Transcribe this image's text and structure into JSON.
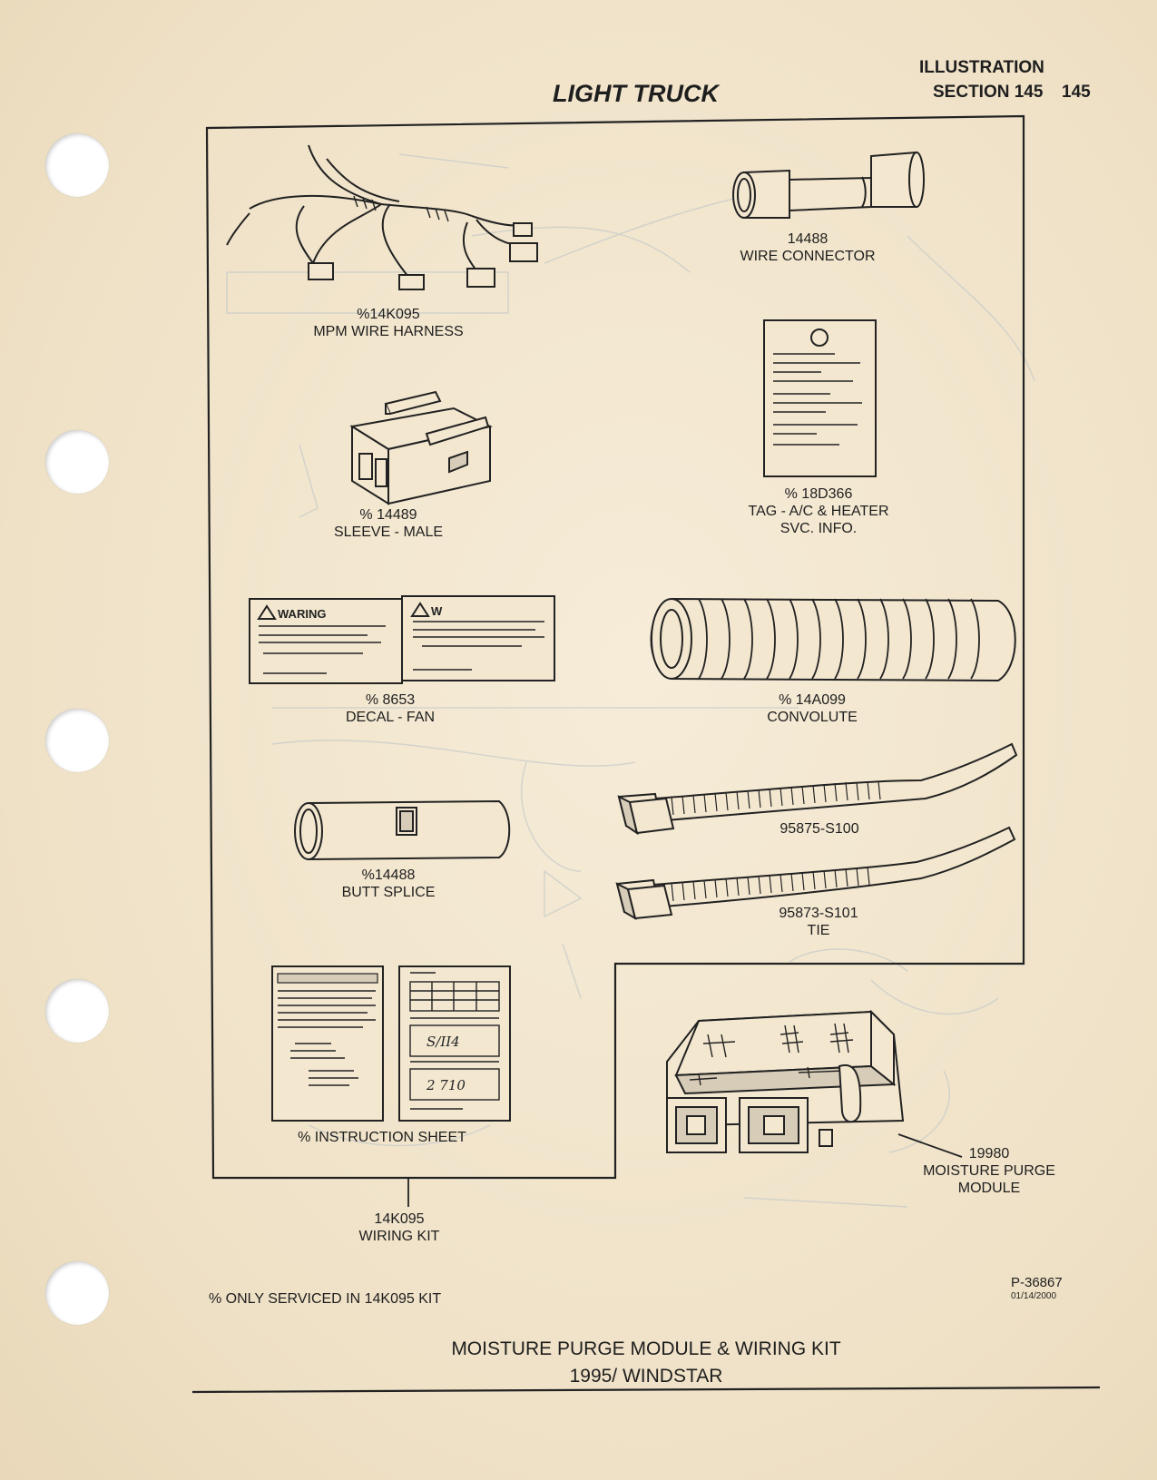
{
  "header": {
    "category": "LIGHT TRUCK",
    "doc_type": "ILLUSTRATION",
    "section": "SECTION 145",
    "page_number": "145"
  },
  "parts": [
    {
      "code": "%14K095",
      "name": "MPM WIRE HARNESS"
    },
    {
      "code": "14488",
      "name": "WIRE CONNECTOR"
    },
    {
      "code": "% 14489",
      "name": "SLEEVE - MALE"
    },
    {
      "code": "% 18D366",
      "name": "TAG - A/C & HEATER",
      "name2": "SVC. INFO."
    },
    {
      "code": "% 8653",
      "name": "DECAL - FAN"
    },
    {
      "code": "% 14A099",
      "name": "CONVOLUTE"
    },
    {
      "code": "95875-S100",
      "name": ""
    },
    {
      "code": "%14488",
      "name": "BUTT SPLICE"
    },
    {
      "code": "95873-S101",
      "name": "TIE"
    },
    {
      "code": "",
      "name": "% INSTRUCTION SHEET"
    },
    {
      "code": "19980",
      "name": "MOISTURE PURGE",
      "name2": "MODULE"
    }
  ],
  "kit": {
    "code": "14K095",
    "name": "WIRING KIT"
  },
  "decal_text": {
    "left": "WARING",
    "right": "W"
  },
  "sheet_text": {
    "row1": "S/II4",
    "row2": "2 710"
  },
  "footnote": "% ONLY SERVICED IN 14K095 KIT",
  "figure_id": "P-36867",
  "figure_date": "01/14/2000",
  "footer": {
    "title": "MOISTURE PURGE MODULE & WIRING KIT",
    "subtitle": "1995/ WINDSTAR"
  }
}
